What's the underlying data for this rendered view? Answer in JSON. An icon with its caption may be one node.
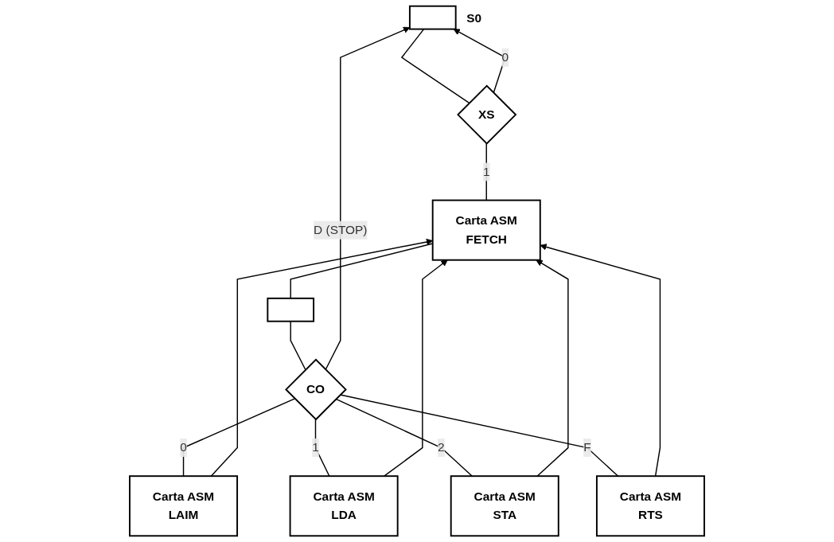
{
  "diagram": {
    "nodes": [
      {
        "text": [],
        "shape": "box",
        "beside": [
          "S0"
        ]
      },
      {
        "text": [
          "XS"
        ]
      },
      {
        "text": [
          "Carta ASM",
          "FETCH"
        ]
      },
      {
        "text": [],
        "shape": "box"
      },
      {
        "text": [
          "CO"
        ]
      },
      {
        "text": [
          "Carta ASM",
          "LAIM"
        ]
      },
      {
        "text": [
          "Carta ASM",
          "LDA"
        ]
      },
      {
        "text": [
          "Carta ASM",
          "STA"
        ]
      },
      {
        "text": [
          "Carta ASM",
          "RTS"
        ]
      }
    ],
    "edges": [
      {
        "from": 0,
        "to": 1,
        "arrow": "none"
      },
      {
        "from": 1,
        "to": 0,
        "arrow": "to",
        "label": "0"
      },
      {
        "from": 1,
        "to": 2,
        "arrow": "none",
        "label": "1"
      },
      {
        "from": 2,
        "to": 3,
        "arrow": "none"
      },
      {
        "from": 3,
        "to": 4,
        "arrow": "none"
      },
      {
        "from": 4,
        "to": 5,
        "arrow": "none",
        "label": "0"
      },
      {
        "from": 4,
        "to": 6,
        "arrow": "none",
        "label": "1"
      },
      {
        "from": 4,
        "to": 7,
        "arrow": "none",
        "label": "2"
      },
      {
        "from": 4,
        "to": 8,
        "arrow": "none",
        "label": "F"
      },
      {
        "from": 4,
        "to": 0,
        "arrow": "to",
        "label": "D (STOP)"
      },
      {
        "from": 5,
        "to": 2,
        "arrow": "to"
      },
      {
        "from": 6,
        "to": 2,
        "arrow": "to"
      },
      {
        "from": 7,
        "to": 2,
        "arrow": "to"
      },
      {
        "from": 8,
        "to": 2,
        "arrow": "to"
      }
    ]
  }
}
